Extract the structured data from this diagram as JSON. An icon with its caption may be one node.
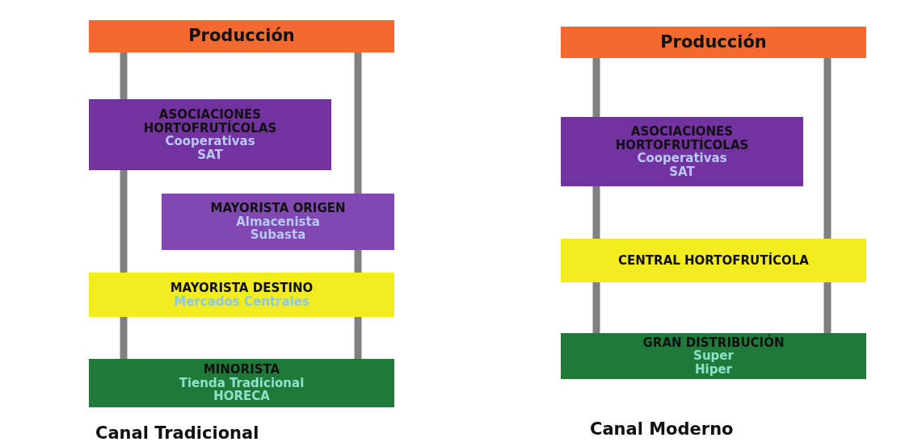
{
  "diagram": {
    "nodes": [
      {
        "text": [
          "Producción"
        ]
      },
      {
        "text": [
          "ASOCIACIONES HORTOFRUTÍCOLAS",
          "Cooperativas",
          "SAT"
        ]
      },
      {
        "text": [
          "MAYORISTA ORIGEN",
          "Almacenista",
          "Subasta"
        ]
      },
      {
        "text": [
          "MAYORISTA DESTINO",
          "Mercados Centrales"
        ]
      },
      {
        "text": [
          "MINORISTA",
          "Tienda Tradicional",
          "HORECA"
        ]
      },
      {
        "text": [
          "Producción"
        ]
      },
      {
        "text": [
          "ASOCIACIONES HORTOFRUTÍCOLAS",
          "Cooperativas",
          "SAT"
        ]
      },
      {
        "text": [
          "CENTRAL HORTOFRUTÍCOLA"
        ]
      },
      {
        "text": [
          "GRAN DISTRIBUCIÓN",
          "Super",
          "Hiper"
        ]
      }
    ],
    "edges": [
      {
        "from": 0,
        "to": 1,
        "arrow": "none"
      },
      {
        "from": 1,
        "to": 3,
        "arrow": "none"
      },
      {
        "from": 3,
        "to": 4,
        "arrow": "none"
      },
      {
        "from": 0,
        "to": 2,
        "arrow": "none"
      },
      {
        "from": 2,
        "to": 3,
        "arrow": "none"
      },
      {
        "from": 3,
        "to": 4,
        "arrow": "none"
      },
      {
        "from": 5,
        "to": 6,
        "arrow": "none"
      },
      {
        "from": 6,
        "to": 7,
        "arrow": "none"
      },
      {
        "from": 7,
        "to": 8,
        "arrow": "none"
      },
      {
        "from": 5,
        "to": 7,
        "arrow": "none"
      },
      {
        "from": 7,
        "to": 8,
        "arrow": "none"
      }
    ],
    "labels": [
      "Canal Tradicional",
      "Canal Moderno"
    ]
  }
}
